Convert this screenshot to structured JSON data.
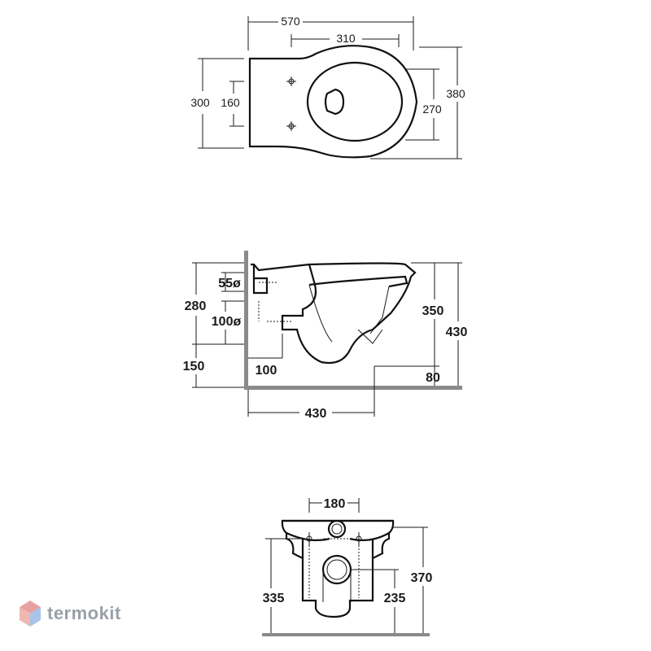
{
  "top_view": {
    "width_total": "570",
    "fixing_spacing": "310",
    "depth_total": "300",
    "fixing_depth": "160",
    "seat_depth": "270",
    "depth_overall": "380"
  },
  "side_view": {
    "inlet_diameter": "55ø",
    "outlet_diameter": "100ø",
    "inlet_height": "280",
    "outlet_height": "150",
    "outlet_projection": "100",
    "rim_height": "350",
    "overall_height": "430",
    "floor_gap": "80",
    "projection": "430"
  },
  "rear_view": {
    "fixing_spacing": "180",
    "outlet_height": "335",
    "waste_height": "235",
    "overall_height": "370"
  },
  "brand": {
    "name": "termokit",
    "colors": {
      "logo_red": "#e8a0a0",
      "logo_blue": "#a8c4e8",
      "text": "#9aa0a8"
    }
  }
}
